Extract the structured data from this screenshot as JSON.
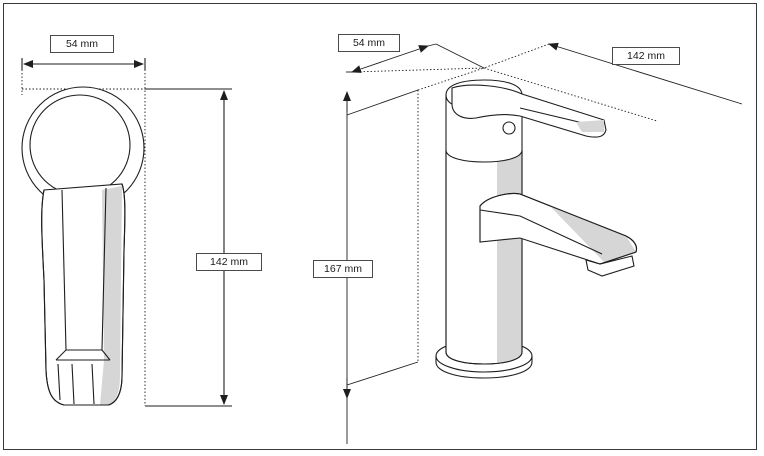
{
  "dimensions": {
    "front_width": "54 mm",
    "front_height": "142 mm",
    "iso_width": "54 mm",
    "iso_depth": "142 mm",
    "iso_height": "167 mm"
  },
  "colors": {
    "line": "#1e1e1e",
    "shade": "#d6d6d6",
    "frame": "#3a3a3a"
  }
}
